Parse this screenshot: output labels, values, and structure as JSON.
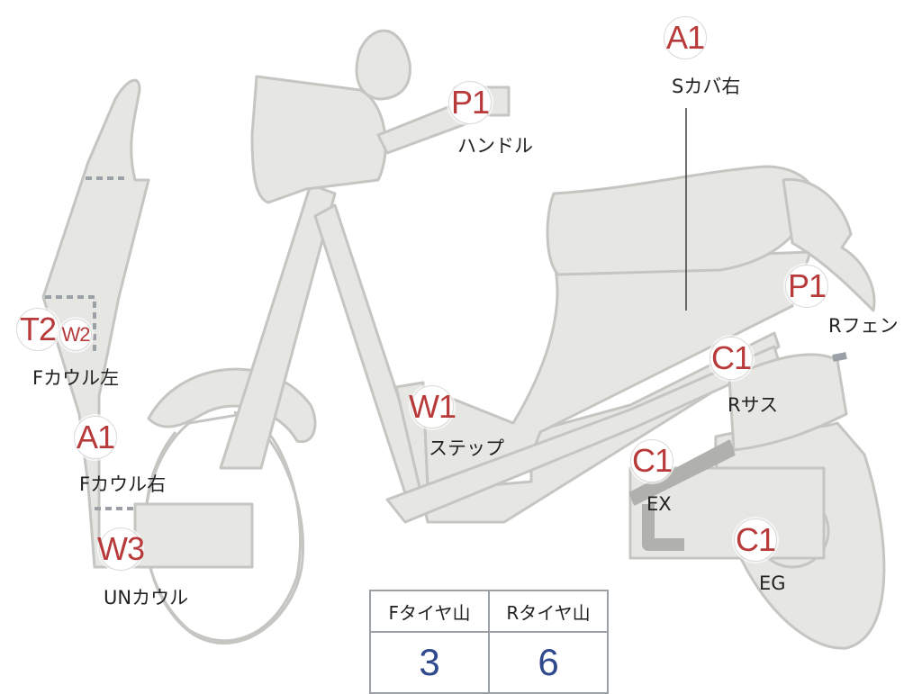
{
  "colors": {
    "body_fill": "#e6e6e3",
    "body_stroke": "#c5c5c2",
    "badge_text": "#b83a3a",
    "value_text": "#2e4a8c",
    "table_border": "#9aa0a6"
  },
  "markers": [
    {
      "id": "a1-seat-cover-right",
      "code": "A1",
      "label": "Sカバ右"
    },
    {
      "id": "p1-handle",
      "code": "P1",
      "label": "ハンドル"
    },
    {
      "id": "p1-rear-fender",
      "code": "P1",
      "label": "Rフェン"
    },
    {
      "id": "t2-f-cowl-left",
      "code": "T2",
      "sub_code": "W2",
      "label": "Fカウル左"
    },
    {
      "id": "w1-step",
      "code": "W1",
      "label": "ステップ"
    },
    {
      "id": "c1-rear-suspension",
      "code": "C1",
      "label": "Rサス"
    },
    {
      "id": "a1-f-cowl-right",
      "code": "A1",
      "label": "Fカウル右"
    },
    {
      "id": "c1-exhaust",
      "code": "C1",
      "label": "EX"
    },
    {
      "id": "w3-under-cowl",
      "code": "W3",
      "label": "UNカウル"
    },
    {
      "id": "c1-engine",
      "code": "C1",
      "label": "EG"
    }
  ],
  "tire_table": {
    "headers": [
      "Fタイヤ山",
      "Rタイヤ山"
    ],
    "values": [
      "3",
      "6"
    ]
  }
}
